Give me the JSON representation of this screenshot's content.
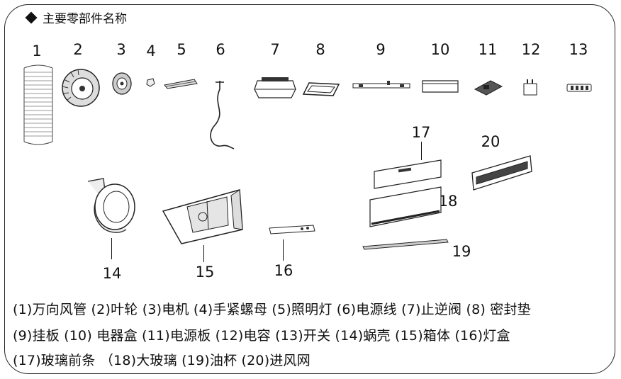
{
  "heading": "主要零部件名称",
  "numbers": [
    "1",
    "2",
    "3",
    "4",
    "5",
    "6",
    "7",
    "8",
    "9",
    "10",
    "11",
    "12",
    "13",
    "14",
    "15",
    "16",
    "17",
    "18",
    "19",
    "20"
  ],
  "legend": [
    "(1)万向风管 (2)叶轮 (3)电机 (4)手紧螺母 (5)照明灯 (6)电源线 (7)止逆阀 (8) 密封垫",
    "(9)挂板 (10) 电器盒 (11)电源板 (12)电容 (13)开关 (14)蜗壳 (15)箱体 (16)灯盒",
    "(17)玻璃前条 （18)大玻璃 (19)油杯 (20)进风网"
  ]
}
